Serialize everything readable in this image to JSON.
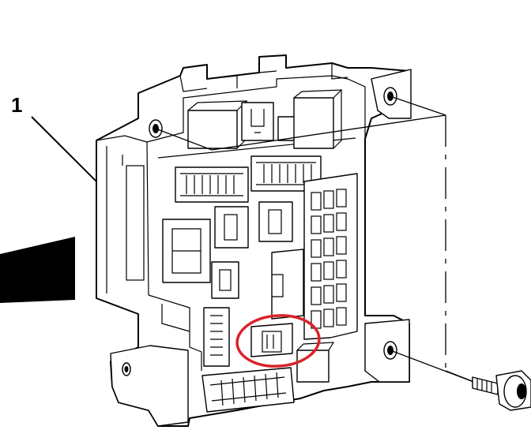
{
  "callout": {
    "label": "1"
  },
  "colors": {
    "outline": "#000000",
    "highlight": "#d9232a",
    "background": "#ffffff"
  },
  "annotations": {
    "highlight_shape": "ellipse",
    "highlighted_part": "relay connector"
  }
}
